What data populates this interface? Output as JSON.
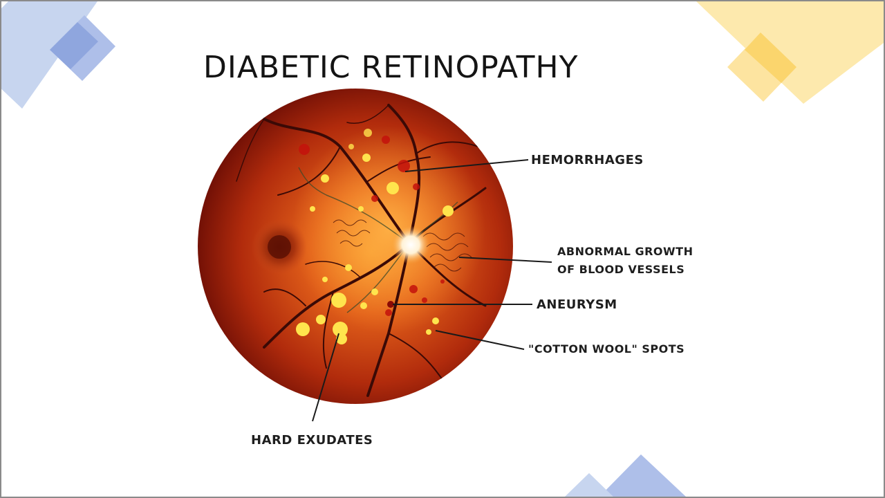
{
  "title": "DIABETIC RETINOPATHY",
  "labels": {
    "hemorrhages": "HEMORRHAGES",
    "abnormal_growth_line1": "ABNORMAL GROWTH",
    "abnormal_growth_line2": "OF BLOOD VESSELS",
    "aneurysm": "ANEURYSM",
    "cotton_wool": "\"COTTON WOOL\" SPOTS",
    "hard_exudates": "HARD EXUDATES"
  },
  "colors": {
    "decor_blue": "#c3d2ee",
    "decor_blue_dark": "#8fa6de",
    "decor_yellow": "#fde7a6",
    "decor_yellow_dark": "#fbd56d",
    "retina_center": "#f07a1e",
    "retina_edge": "#7a1206",
    "exudate": "#ffe44d",
    "vessel": "#3b0a06"
  }
}
